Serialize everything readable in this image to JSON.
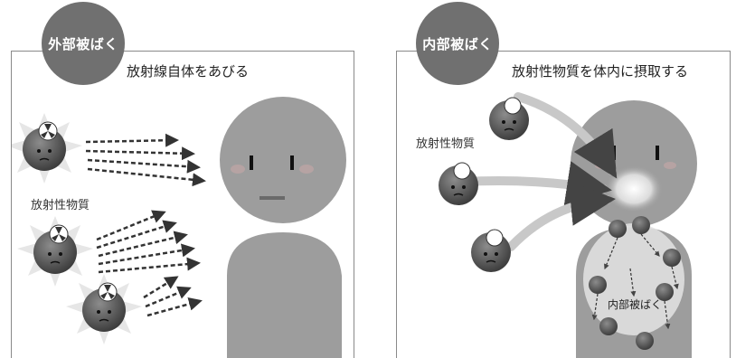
{
  "left_panel": {
    "badge": "外部被ばく",
    "caption": "放射線自体をあびる",
    "material_label": "放射性物質"
  },
  "right_panel": {
    "badge": "内部被ばく",
    "caption": "放射性物質を体内に摂取する",
    "material_label": "放射性物質",
    "body_label": "内部被ばく"
  },
  "colors": {
    "badge_bg": "#707070",
    "figure_gray": "#9d9d9d",
    "border": "#8a8a8a",
    "particle_dark": "#555555"
  },
  "icons": [
    "radioactive-particle-icon",
    "radiation-arrow-icon",
    "person-figure-icon"
  ]
}
